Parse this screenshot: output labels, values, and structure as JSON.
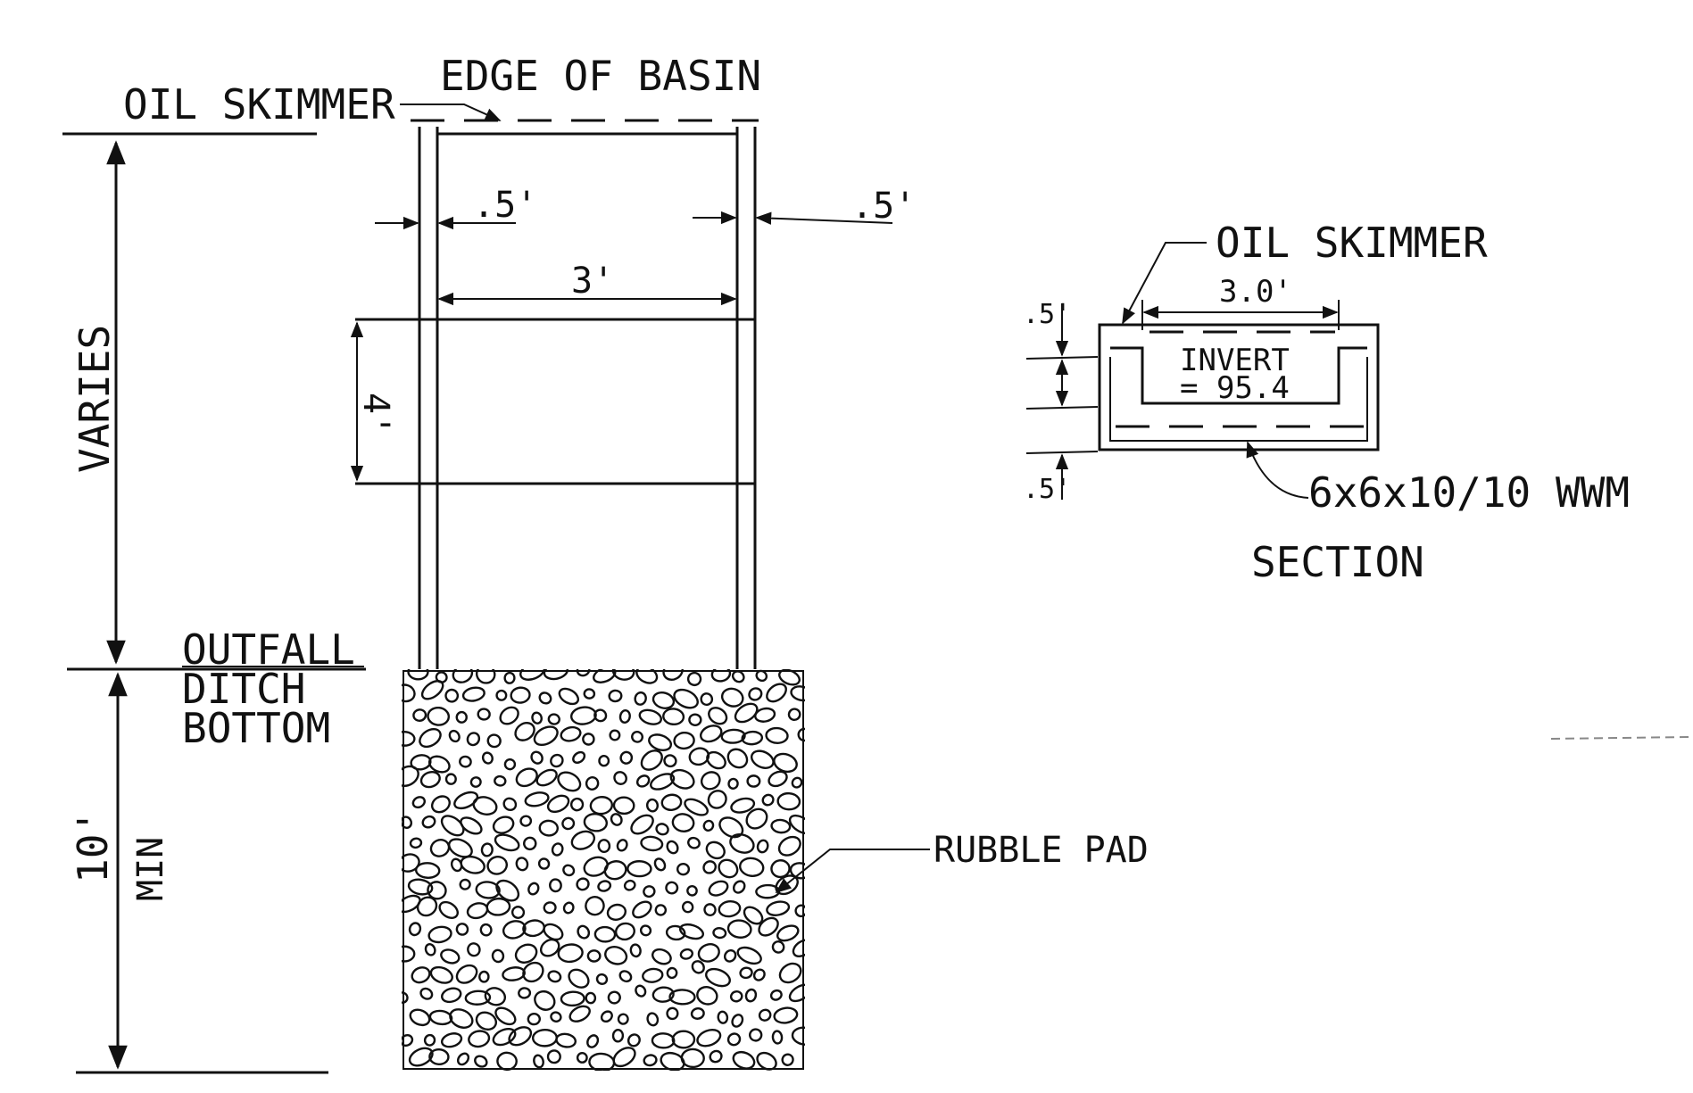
{
  "labels": {
    "oil_skimmer": "OIL SKIMMER",
    "edge_of_basin": "EDGE OF BASIN",
    "varies": "VARIES",
    "dim_left_gap": ".5'",
    "dim_right_gap": ".5'",
    "dim_width": "3'",
    "dim_height": "4'",
    "outfall_line1": "OUTFALL",
    "outfall_line2": "DITCH",
    "outfall_line3": "BOTTOM",
    "ten_feet": "10'",
    "min": "MIN",
    "rubble_pad": "RUBBLE PAD"
  },
  "section": {
    "oil_skimmer": "OIL SKIMMER",
    "width": "3.0'",
    "invert_line1": "INVERT",
    "invert_line2": "= 95.4",
    "top_thickness": ".5'",
    "bottom_thickness": ".5'",
    "mesh": "6x6x10/10 WWM",
    "title": "SECTION"
  }
}
